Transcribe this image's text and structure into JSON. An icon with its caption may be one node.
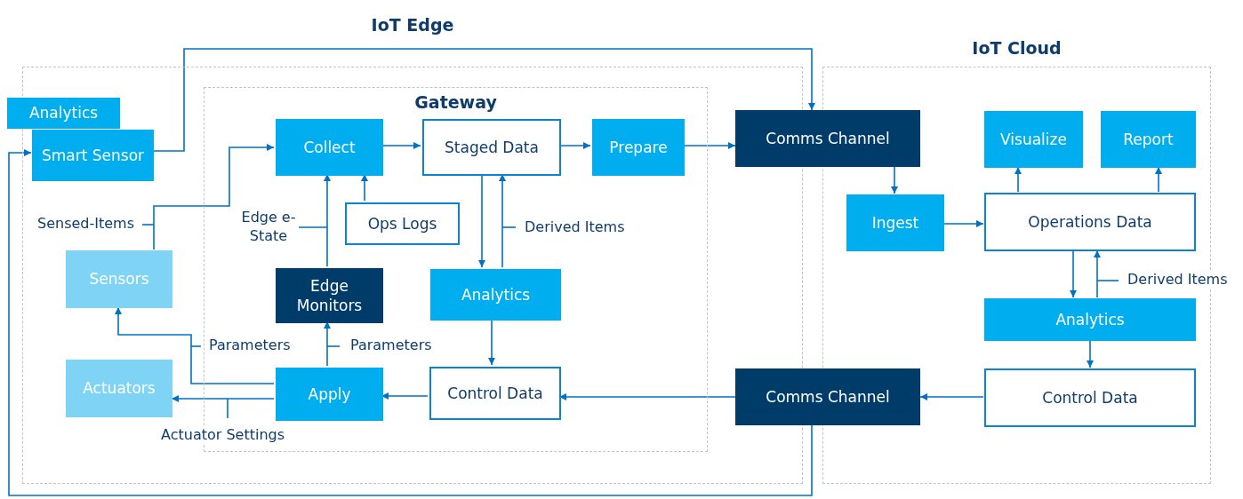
{
  "diagram": {
    "nodes": [
      {
        "text": [
          "IoT Edge"
        ]
      },
      {
        "text": [
          "Gateway"
        ],
        "in": 0
      },
      {
        "text": [
          "IoT Cloud"
        ]
      },
      {
        "text": [
          "Analytics"
        ]
      },
      {
        "text": [
          "Smart Sensor"
        ],
        "in": 0
      },
      {
        "text": [
          "Sensors"
        ],
        "in": 0
      },
      {
        "text": [
          "Actuators"
        ],
        "in": 0
      },
      {
        "text": [
          "Collect"
        ],
        "in": 1
      },
      {
        "text": [
          "Staged Data"
        ],
        "in": 1
      },
      {
        "text": [
          "Prepare"
        ],
        "in": 1
      },
      {
        "text": [
          "Ops Logs"
        ],
        "in": 1
      },
      {
        "text": [
          "Edge Monitors"
        ],
        "in": 1
      },
      {
        "text": [
          "Analytics"
        ],
        "in": 1
      },
      {
        "text": [
          "Apply"
        ],
        "in": 1
      },
      {
        "text": [
          "Control Data"
        ],
        "in": 1
      },
      {
        "text": [
          "Comms Channel"
        ]
      },
      {
        "text": [
          "Comms Channel"
        ]
      },
      {
        "text": [
          "Ingest"
        ],
        "in": 2
      },
      {
        "text": [
          "Visualize"
        ],
        "in": 2
      },
      {
        "text": [
          "Report"
        ],
        "in": 2
      },
      {
        "text": [
          "Operations Data"
        ],
        "in": 2
      },
      {
        "text": [
          "Analytics"
        ],
        "in": 2
      },
      {
        "text": [
          "Control Data"
        ],
        "in": 2
      }
    ],
    "edges": [
      {
        "from": 4,
        "to": 15,
        "arrow": "to"
      },
      {
        "from": 16,
        "to": 4,
        "arrow": "to"
      },
      {
        "from": 5,
        "to": 7,
        "arrow": "to",
        "label": "Sensed-Items"
      },
      {
        "from": 7,
        "to": 8,
        "arrow": "to"
      },
      {
        "from": 11,
        "to": 7,
        "arrow": "to",
        "label": "Edge e-State"
      },
      {
        "from": 10,
        "to": 7,
        "arrow": "to"
      },
      {
        "from": 8,
        "to": 9,
        "arrow": "to"
      },
      {
        "from": 9,
        "to": 15,
        "arrow": "to"
      },
      {
        "from": 8,
        "to": 12,
        "arrow": "to"
      },
      {
        "from": 12,
        "to": 8,
        "arrow": "to",
        "label": "Derived Items"
      },
      {
        "from": 12,
        "to": 14,
        "arrow": "to"
      },
      {
        "from": 14,
        "to": 13,
        "arrow": "to"
      },
      {
        "from": 13,
        "to": 11,
        "arrow": "to",
        "label": "Parameters"
      },
      {
        "from": 13,
        "to": 5,
        "arrow": "to",
        "label": "Parameters"
      },
      {
        "from": 13,
        "to": 6,
        "arrow": "to",
        "label": "Actuator Settings"
      },
      {
        "from": 16,
        "to": 14,
        "arrow": "to"
      },
      {
        "from": 15,
        "to": 17,
        "arrow": "to"
      },
      {
        "from": 17,
        "to": 20,
        "arrow": "to"
      },
      {
        "from": 20,
        "to": 18,
        "arrow": "to"
      },
      {
        "from": 20,
        "to": 19,
        "arrow": "to"
      },
      {
        "from": 20,
        "to": 21,
        "arrow": "to"
      },
      {
        "from": 21,
        "to": 20,
        "arrow": "to",
        "label": "Derived Items"
      },
      {
        "from": 21,
        "to": 22,
        "arrow": "to"
      },
      {
        "from": 22,
        "to": 16,
        "arrow": "to"
      }
    ]
  }
}
